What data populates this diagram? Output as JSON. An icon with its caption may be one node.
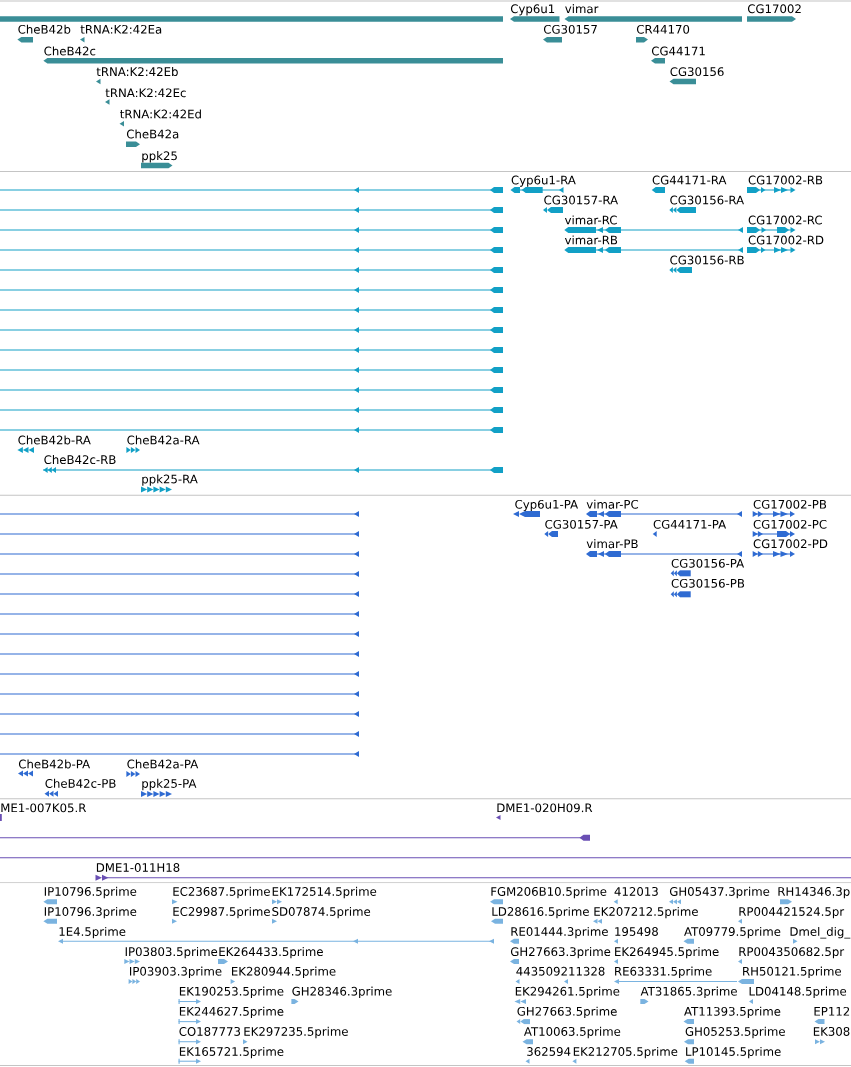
{
  "diagram": {
    "labels": [
      "Cyp6u1",
      "vimar",
      "CG17002",
      "CheB42b",
      "tRNA:K2:42Ea",
      "CG30157",
      "CR44170",
      "CheB42c",
      "CG44171",
      "tRNA:K2:42Eb",
      "CG30156",
      "tRNA:K2:42Ec",
      "tRNA:K2:42Ed",
      "CheB42a",
      "ppk25",
      "Cyp6u1-RA",
      "CG44171-RA",
      "CG17002-RB",
      "CG30157-RA",
      "CG30156-RA",
      "vimar-RC",
      "CG17002-RC",
      "vimar-RB",
      "CG17002-RD",
      "CG30156-RB",
      "CheB42b-RA",
      "CheB42a-RA",
      "CheB42c-RB",
      "ppk25-RA",
      "Cyp6u1-PA",
      "vimar-PC",
      "CG17002-PB",
      "CG30157-PA",
      "CG44171-PA",
      "CG17002-PC",
      "vimar-PB",
      "CG17002-PD",
      "CG30156-PA",
      "CG30156-PB",
      "CheB42b-PA",
      "CheB42a-PA",
      "CheB42c-PB",
      "ppk25-PA",
      "ME1-007K05.R",
      "DME1-020H09.R",
      "DME1-011H18",
      "IP10796.5prime",
      "EC23687.5prime",
      "EK172514.5prime",
      "FGM206B10.5prime",
      "412013",
      "GH05437.3prime",
      "RH14346.3p",
      "IP10796.3prime",
      "EC29987.5prime",
      "SD07874.5prime",
      "LD28616.5prime",
      "EK207212.5prime",
      "RP004421524.5pr",
      "1E4.5prime",
      "RE01444.3prime",
      "195498",
      "AT09779.5prime",
      "Dmel_dig_",
      "IP03803.5prime",
      "EK264433.5prime",
      "GH27663.3prime",
      "EK264945.5prime",
      "RP004350682.5pr",
      "IP03903.3prime",
      "EK280944.5prime",
      "443509211328",
      "RE63331.5prime",
      "RH50121.5prime",
      "EK190253.5prime",
      "GH28346.3prime",
      "EK294261.5prime",
      "AT31865.3prime",
      "LD04148.5prime",
      "EK244627.5prime",
      "GH27663.5prime",
      "AT11393.5prime",
      "EP112",
      "CO187773",
      "EK297235.5prime",
      "AT10063.5prime",
      "GH05253.5prime",
      "EK308",
      "EK165721.5prime",
      "362594",
      "EK212705.5prime",
      "LP10145.5prime"
    ]
  }
}
